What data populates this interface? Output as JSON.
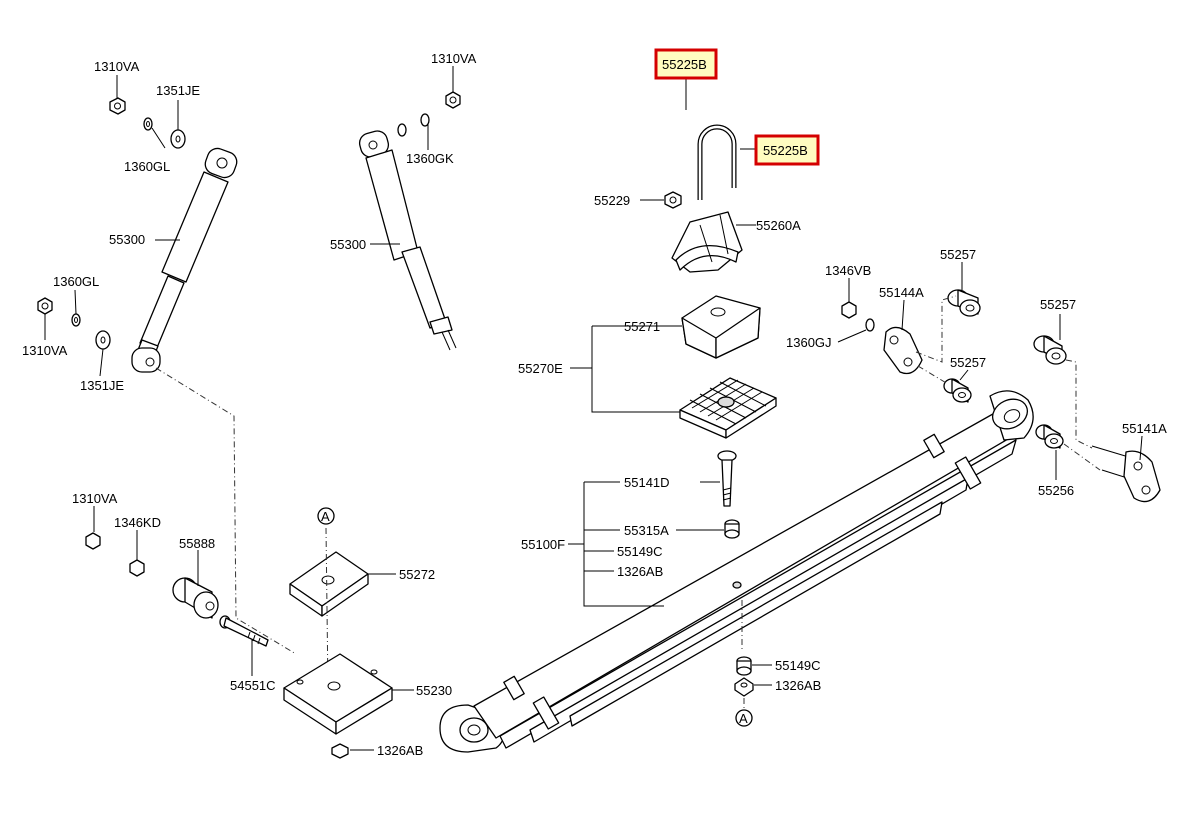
{
  "labels": {
    "shock_left": {
      "nut_top": "1310VA",
      "washer_top": "1351JE",
      "washer_gl_top": "1360GL",
      "absorber": "55300",
      "washer_gl_bottom": "1360GL",
      "nut_bottom": "1310VA",
      "washer_bottom": "1351JE"
    },
    "shock_right": {
      "nut_top": "1310VA",
      "washer_gk": "1360GK",
      "absorber": "55300"
    },
    "ubolt": {
      "top": "55225B",
      "right": "55225B",
      "nut": "55229"
    },
    "bumper_stopper": "55260A",
    "pad_group": {
      "group": "55270E",
      "plate": "55271"
    },
    "front_bracket": {
      "bolt_vb": "1346VB",
      "bracket": "55144A",
      "washer_gj": "1360GJ",
      "bush_top": "55257",
      "bush_mid": "55257"
    },
    "shackle": {
      "bush": "55257",
      "shackle": "55141A",
      "bush_lower": "55256"
    },
    "spring_group": {
      "group": "55100F",
      "bolt": "55141D",
      "spacer": "55315A",
      "collar": "55149C",
      "nut": "1326AB"
    },
    "lower_left": {
      "nut": "1310VA",
      "bolt_kd": "1346KD",
      "stopper": "55888",
      "bolt": "54551C"
    },
    "seat": {
      "upper": "55272",
      "lower": "55230",
      "nut": "1326AB"
    },
    "spring_bottom": {
      "collar": "55149C",
      "nut": "1326AB"
    },
    "ref_mark": "A"
  },
  "colors": {
    "highlight_fill": "#fffcc0",
    "highlight_border": "#d40000"
  }
}
